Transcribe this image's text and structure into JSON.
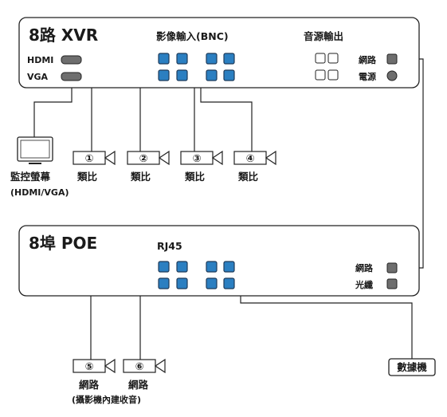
{
  "xvr": {
    "title": "8路 XVR",
    "video_input_label": "影像輸入(BNC)",
    "audio_output_label": "音源輸出",
    "hdmi_label": "HDMI",
    "vga_label": "VGA",
    "network_label": "網路",
    "power_label": "電源"
  },
  "monitor": {
    "label": "監控螢幕",
    "sublabel": "(HDMI/VGA)"
  },
  "analog_cameras": [
    {
      "number": "①",
      "label": "類比"
    },
    {
      "number": "②",
      "label": "類比"
    },
    {
      "number": "③",
      "label": "類比"
    },
    {
      "number": "④",
      "label": "類比"
    }
  ],
  "poe": {
    "title": "8埠 POE",
    "rj45_label": "RJ45",
    "network_label": "網路",
    "fiber_label": "光纖"
  },
  "ip_cameras": [
    {
      "number": "⑤",
      "label": "網路"
    },
    {
      "number": "⑥",
      "label": "網路"
    }
  ],
  "ip_camera_note": "(攝影機內建收音)",
  "modem_label": "數據機",
  "colors": {
    "port_fill": "#2b7fc1",
    "port_border": "#1e3b5a",
    "gray_port": "#6e6e6e",
    "line": "#222222"
  }
}
